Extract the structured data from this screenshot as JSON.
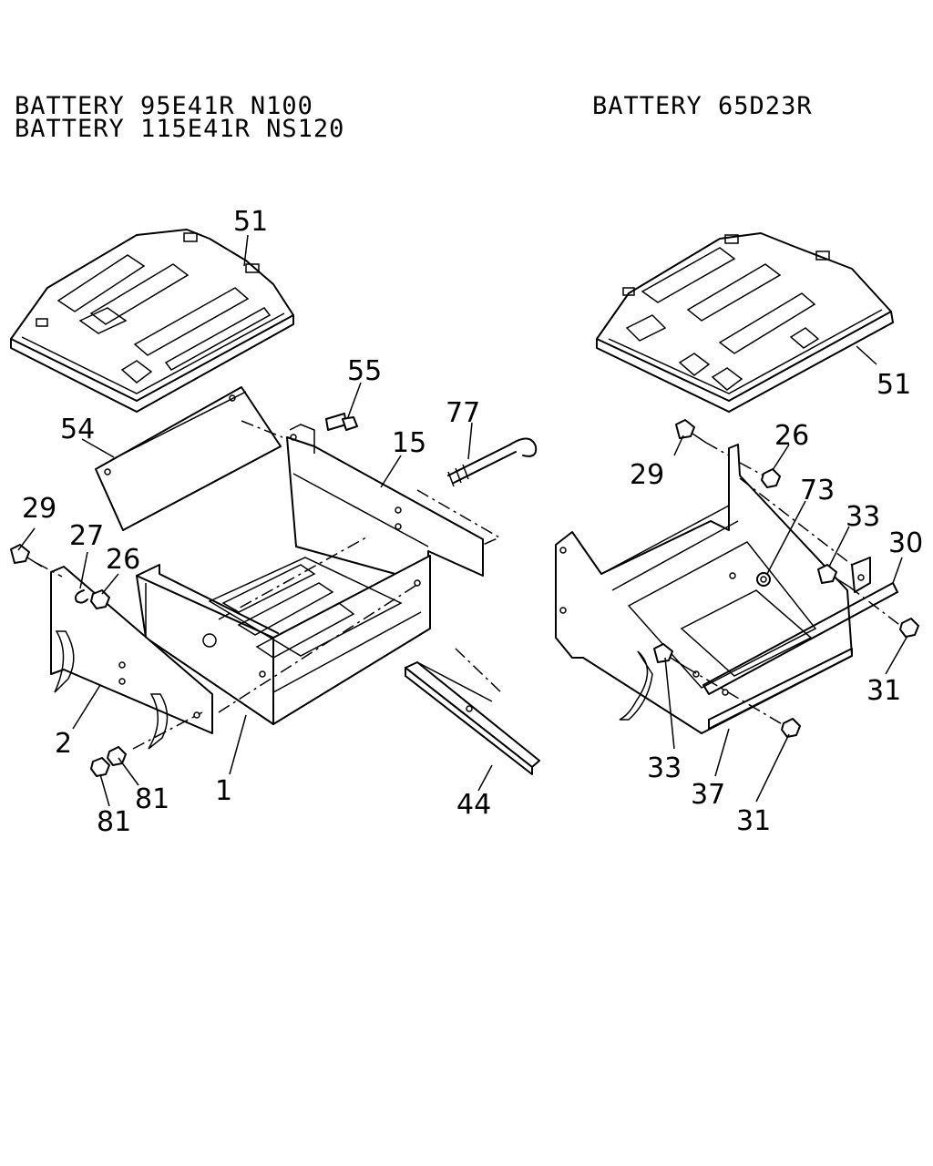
{
  "headers": {
    "left_line1": "BATTERY 95E41R N100",
    "left_line2": "BATTERY 115E41R NS120",
    "right_line1": "BATTERY 65D23R"
  },
  "callouts": {
    "left": {
      "c51": "51",
      "c55": "55",
      "c77": "77",
      "c54": "54",
      "c15": "15",
      "c29": "29",
      "c27": "27",
      "c26": "26",
      "c2": "2",
      "c1": "1",
      "c44": "44",
      "c81a": "81",
      "c81b": "81"
    },
    "right": {
      "c51": "51",
      "c26": "26",
      "c29": "29",
      "c73": "73",
      "c33a": "33",
      "c30": "30",
      "c31a": "31",
      "c33b": "33",
      "c37": "37",
      "c31b": "31"
    }
  }
}
